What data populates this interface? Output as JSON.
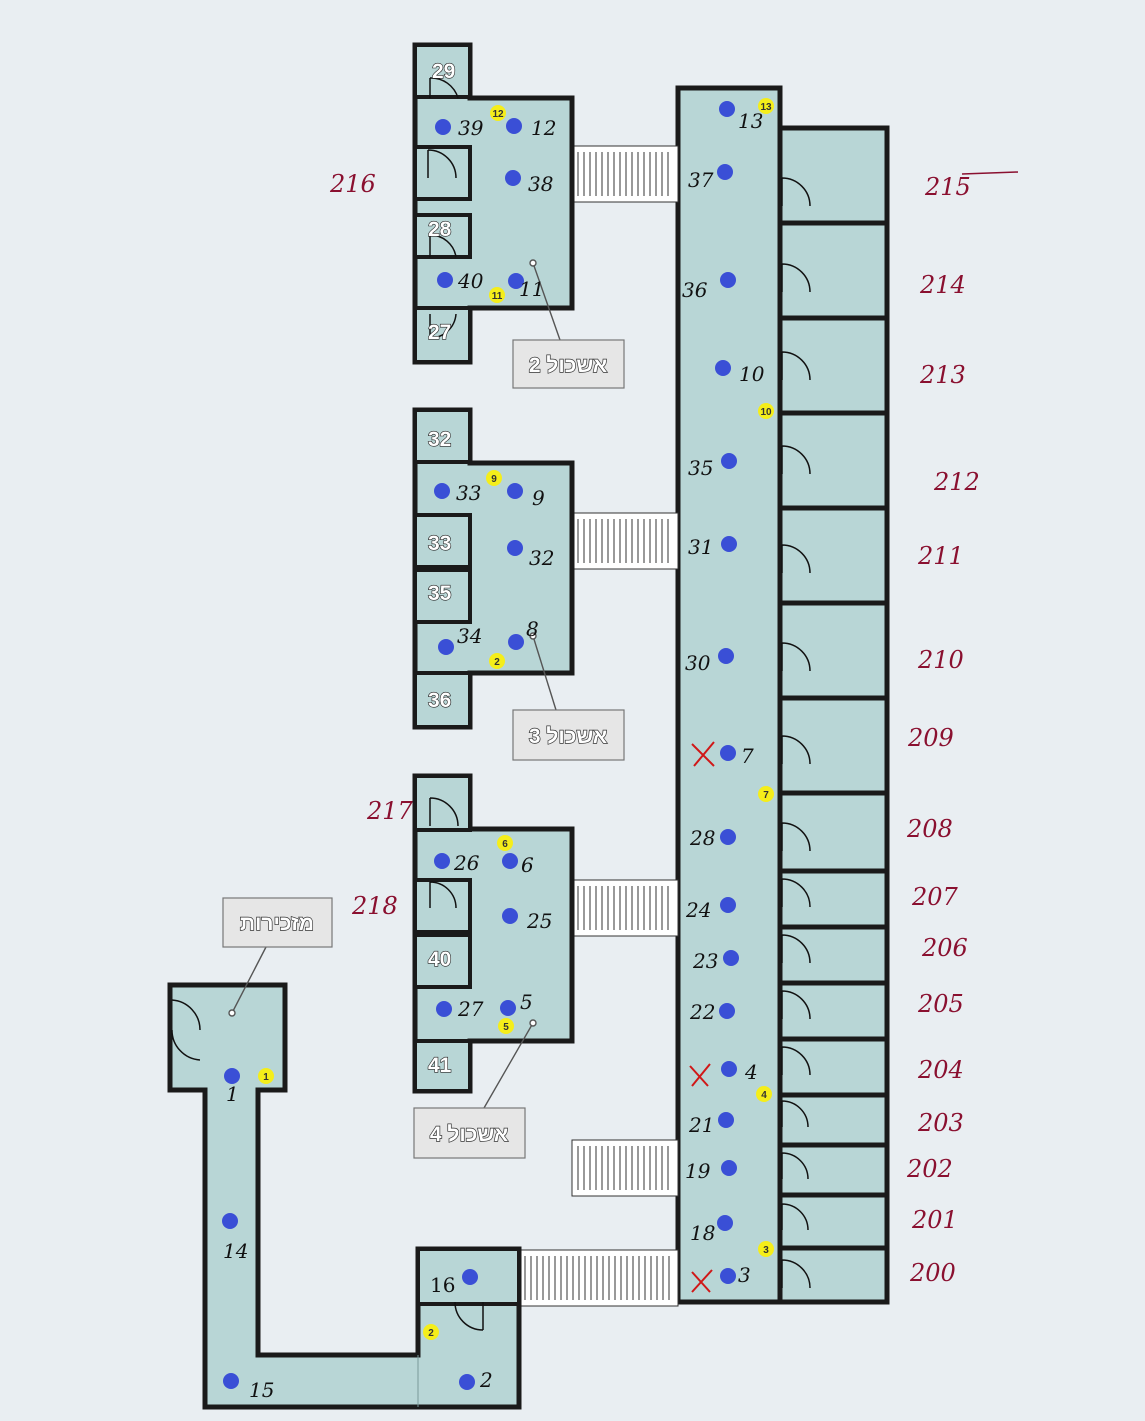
{
  "background_color": "#e9eef2",
  "room_color": "#b8d6d6",
  "dot_color": "#3a4fd6",
  "marker_color": "#f5ee1a",
  "room_numbers": [
    "29",
    "28",
    "27",
    "32",
    "33",
    "35",
    "36",
    "40",
    "41",
    "16"
  ],
  "callouts": {
    "cluster2": "אשכול 2",
    "cluster3": "אשכול 3",
    "cluster4": "אשכול 4",
    "secretariat": "מזכירות"
  },
  "red_labels": [
    "216",
    "215",
    "214",
    "213",
    "212",
    "211",
    "210",
    "209",
    "208",
    "207",
    "206",
    "205",
    "204",
    "203",
    "202",
    "201",
    "200",
    "217",
    "218"
  ],
  "hand_labels": [
    "39",
    "12",
    "38",
    "40",
    "11",
    "33",
    "9",
    "32",
    "34",
    "8",
    "26",
    "6",
    "25",
    "27",
    "5",
    "13",
    "37",
    "36",
    "10",
    "35",
    "31",
    "30",
    "7",
    "28",
    "24",
    "23",
    "22",
    "4",
    "21",
    "19",
    "18",
    "3",
    "1",
    "14",
    "15",
    "2"
  ],
  "yellow_labels": [
    "12",
    "11",
    "9",
    "2",
    "6",
    "5",
    "13",
    "10",
    "7",
    "4",
    "3",
    "1",
    "2"
  ]
}
